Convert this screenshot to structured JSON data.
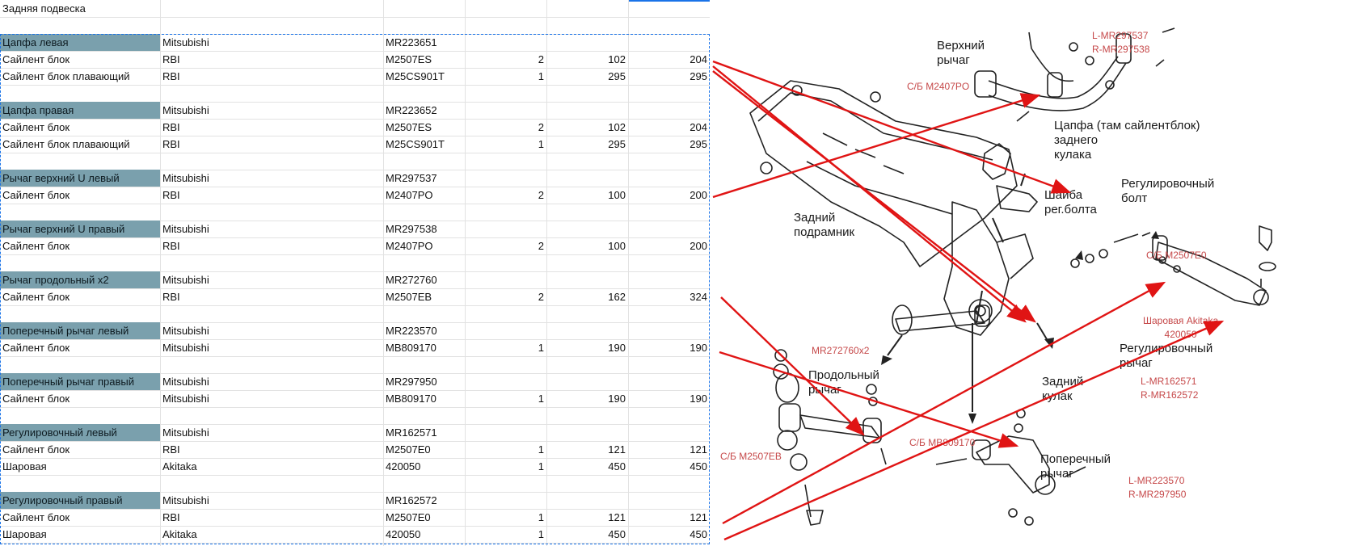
{
  "sheet": {
    "title": "Задняя подвеска",
    "rows": [
      {
        "row": 2,
        "type": "header",
        "name": "Цапфа левая",
        "brand": "Mitsubishi",
        "part": "MR223651",
        "qty": "",
        "price": "",
        "total": ""
      },
      {
        "row": 3,
        "type": "item",
        "name": "Сайлент блок",
        "brand": "RBI",
        "part": "M2507ES",
        "qty": "2",
        "price": "102",
        "total": "204"
      },
      {
        "row": 4,
        "type": "item",
        "name": "Сайлент блок плавающий",
        "brand": "RBI",
        "part": "M25CS901T",
        "qty": "1",
        "price": "295",
        "total": "295"
      },
      {
        "row": 6,
        "type": "header",
        "name": "Цапфа правая",
        "brand": "Mitsubishi",
        "part": "MR223652",
        "qty": "",
        "price": "",
        "total": ""
      },
      {
        "row": 7,
        "type": "item",
        "name": "Сайлент блок",
        "brand": "RBI",
        "part": "M2507ES",
        "qty": "2",
        "price": "102",
        "total": "204"
      },
      {
        "row": 8,
        "type": "item",
        "name": "Сайлент блок плавающий",
        "brand": "RBI",
        "part": "M25CS901T",
        "qty": "1",
        "price": "295",
        "total": "295"
      },
      {
        "row": 10,
        "type": "header",
        "name": "Рычаг верхний U левый",
        "brand": "Mitsubishi",
        "part": "MR297537",
        "qty": "",
        "price": "",
        "total": ""
      },
      {
        "row": 11,
        "type": "item",
        "name": "Сайлент блок",
        "brand": "RBI",
        "part": "M2407PO",
        "qty": "2",
        "price": "100",
        "total": "200"
      },
      {
        "row": 13,
        "type": "header",
        "name": "Рычаг верхний U правый",
        "brand": "Mitsubishi",
        "part": "MR297538",
        "qty": "",
        "price": "",
        "total": ""
      },
      {
        "row": 14,
        "type": "item",
        "name": "Сайлент блок",
        "brand": "RBI",
        "part": "M2407PO",
        "qty": "2",
        "price": "100",
        "total": "200"
      },
      {
        "row": 16,
        "type": "header",
        "name": "Рычаг продольный x2",
        "brand": "Mitsubishi",
        "part": "MR272760",
        "qty": "",
        "price": "",
        "total": ""
      },
      {
        "row": 17,
        "type": "item",
        "name": "Сайлент блок",
        "brand": "RBI",
        "part": "M2507EB",
        "qty": "2",
        "price": "162",
        "total": "324"
      },
      {
        "row": 19,
        "type": "header",
        "name": "Поперечный рычаг левый",
        "brand": "Mitsubishi",
        "part": "MR223570",
        "qty": "",
        "price": "",
        "total": ""
      },
      {
        "row": 20,
        "type": "item",
        "name": "Сайлент блок",
        "brand": "Mitsubishi",
        "part": "MB809170",
        "qty": "1",
        "price": "190",
        "total": "190"
      },
      {
        "row": 22,
        "type": "header",
        "name": "Поперечный рычаг правый",
        "brand": "Mitsubishi",
        "part": "MR297950",
        "qty": "",
        "price": "",
        "total": ""
      },
      {
        "row": 23,
        "type": "item",
        "name": "Сайлент блок",
        "brand": "Mitsubishi",
        "part": "MB809170",
        "qty": "1",
        "price": "190",
        "total": "190"
      },
      {
        "row": 25,
        "type": "header",
        "name": "Регулировочный левый",
        "brand": "Mitsubishi",
        "part": "MR162571",
        "qty": "",
        "price": "",
        "total": ""
      },
      {
        "row": 26,
        "type": "item",
        "name": "Сайлент блок",
        "brand": "RBI",
        "part": "M2507E0",
        "qty": "1",
        "price": "121",
        "total": "121"
      },
      {
        "row": 27,
        "type": "item",
        "name": "Шаровая",
        "brand": "Akitaka",
        "part": "420050",
        "qty": "1",
        "price": "450",
        "total": "450"
      },
      {
        "row": 29,
        "type": "header",
        "name": "Регулировочный правый",
        "brand": "Mitsubishi",
        "part": "MR162572",
        "qty": "",
        "price": "",
        "total": ""
      },
      {
        "row": 30,
        "type": "item",
        "name": "Сайлент блок",
        "brand": "RBI",
        "part": "M2507E0",
        "qty": "1",
        "price": "121",
        "total": "121"
      },
      {
        "row": 31,
        "type": "item",
        "name": "Шаровая",
        "brand": "Akitaka",
        "part": "420050",
        "qty": "1",
        "price": "450",
        "total": "450"
      }
    ]
  },
  "diagram": {
    "labels": {
      "upper_arm": "Верхний\nрычаг",
      "knuckle_bushing": "Цапфа (там сайлентблок)\nзаднего\nкулака",
      "washer": "Шайба\nрег.болта",
      "adj_bolt": "Регулировочный\nболт",
      "subframe": "Задний\nподрамник",
      "trailing_arm": "Продольный\nрычаг",
      "rear_knuckle": "Задний\nкулак",
      "adj_arm": "Регулировочный\nрычаг",
      "cross_arm": "Поперечный\nрычаг"
    },
    "red_labels": {
      "upper_arm_parts": "L-MR297537\nR-MR297538",
      "upper_bushing": "С/Б M2407PO",
      "adj_bushing": "С/Б M2507E0",
      "ball_joint": "Шаровая Akitaka\n420050",
      "adj_arm_parts": "L-MR162571\nR-MR162572",
      "trailing_parts": "MR272760x2",
      "trailing_bushing": "С/Б M2507EB",
      "cross_bushing": "С/Б MB809170",
      "cross_arm_parts": "L-MR223570\nR-MR297950"
    }
  },
  "colors": {
    "header_fill": "#7aa0ad",
    "selection": "#1a73e8",
    "arrow": "#e01414",
    "annotation": "#c6494a"
  }
}
